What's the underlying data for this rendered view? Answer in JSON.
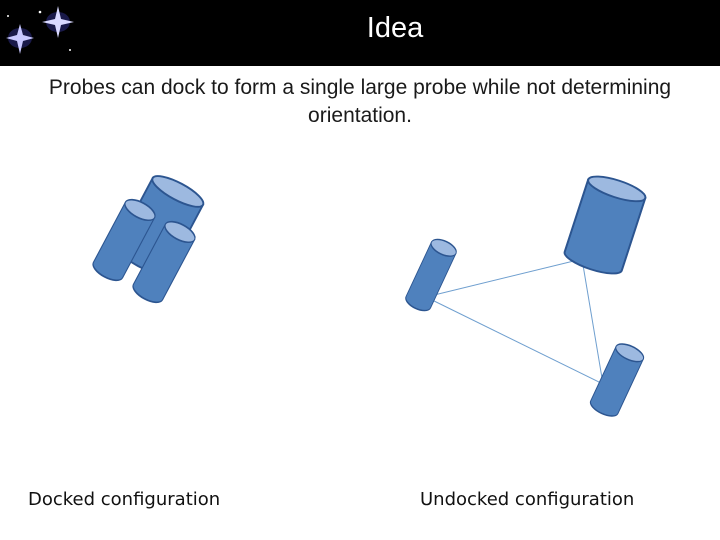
{
  "slide": {
    "title": "Idea",
    "subtitle": "Probes can dock to form a single large probe while not determining orientation.",
    "captions": {
      "docked": "Docked configuration",
      "undocked": "Undocked configuration"
    }
  },
  "colors": {
    "header_bg": "#000000",
    "probe_fill": "#4f81bd",
    "probe_stroke": "#2c5590",
    "probe_top": "#9db9e0",
    "link_line": "#6f9fcf",
    "star": "#c8c8ff"
  },
  "icons": {
    "logo": "star-sparkle-icon"
  }
}
